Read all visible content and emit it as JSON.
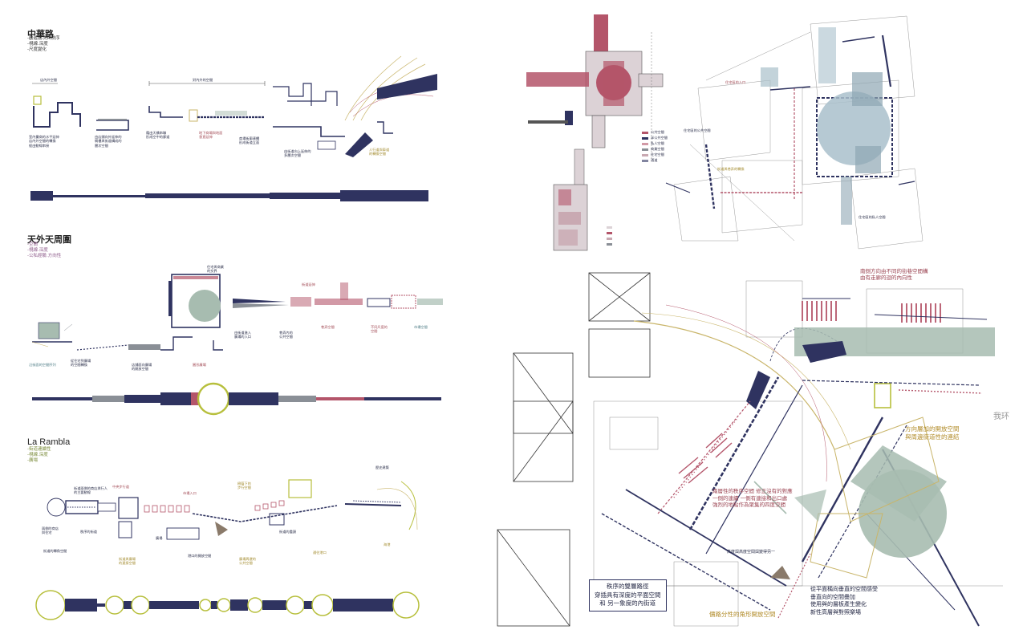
{
  "sections": [
    {
      "title": "中華路",
      "subtitle": "-勸遊層次與秩序\n-視線.深度\n-尺度變化",
      "notes": [
        {
          "text": "店內外空間",
          "cls": ""
        },
        {
          "text": "對內外的空間",
          "cls": ""
        },
        {
          "text": "室內攤商的水平延伸\n店內外空間的轉換\n經由動線串接",
          "cls": ""
        },
        {
          "text": "由店鋪向外延伸的\n騎樓與街道構成的\n層次空間",
          "cls": ""
        },
        {
          "text": "藉由天橋串聯\n形成空中的廊道",
          "cls": ""
        },
        {
          "text": "地下商場與地面\n垂直延伸",
          "cls": ""
        },
        {
          "text": "商場街廓連續\n形成街道立面",
          "cls": ""
        },
        {
          "text": "由街道向上延伸的\n多層次空間",
          "cls": ""
        },
        {
          "text": "人行道與車道\n的轉換空間",
          "cls": "gold"
        }
      ]
    },
    {
      "title": "天外天周圍",
      "subtitle": "-空間\n-視線.深度\n-公私經驗.方向性",
      "notes": [
        {
          "text": "沿街面的空間序列",
          "cls": "teal"
        },
        {
          "text": "從住宅到廣場\n的空間轉換",
          "cls": ""
        },
        {
          "text": "店鋪面向廣場\n的開放空間",
          "cls": ""
        },
        {
          "text": "圓形廣場",
          "cls": "red"
        },
        {
          "text": "由街道進入\n廣場的入口",
          "cls": ""
        },
        {
          "text": "住宅與商業\n的交界",
          "cls": ""
        },
        {
          "text": "巷弄內的\n公共空間",
          "cls": ""
        },
        {
          "text": "巷弄空間",
          "cls": "red"
        },
        {
          "text": "不同尺度的\n空間",
          "cls": "red"
        },
        {
          "text": "街道延伸",
          "cls": "red"
        },
        {
          "text": "市場空間",
          "cls": "teal"
        }
      ]
    },
    {
      "title": "La Rambla",
      "subtitle": "-街道連續性\n-視線.深度\n-廣場",
      "notes": [
        {
          "text": "街道兩側的商店與行人\n的主要動線",
          "cls": ""
        },
        {
          "text": "中央步行道",
          "cls": "red"
        },
        {
          "text": "兩側的商店\n與住宅",
          "cls": ""
        },
        {
          "text": "秩序的街道",
          "cls": ""
        },
        {
          "text": "街道的轉角空間",
          "cls": ""
        },
        {
          "text": "廣場",
          "cls": ""
        },
        {
          "text": "市場入口",
          "cls": "red"
        },
        {
          "text": "街道與廣場\n的連接空間",
          "cls": "gold"
        },
        {
          "text": "港口的開放空間",
          "cls": ""
        },
        {
          "text": "樹蔭下的\n步行空間",
          "cls": "gold"
        },
        {
          "text": "廣場周邊的\n公共空間",
          "cls": "gold"
        },
        {
          "text": "街道的盡頭",
          "cls": ""
        },
        {
          "text": "通往港口",
          "cls": "gold"
        },
        {
          "text": "歷史建築",
          "cls": ""
        },
        {
          "text": "海港",
          "cls": "gold"
        }
      ]
    }
  ],
  "plan": {
    "legend": [
      "公共空間",
      "半公共空間",
      "私人空間",
      "商業空間",
      "住宅空間",
      "通道"
    ],
    "notes_left": [
      "住宅區的入口",
      "住宅區的公共空間",
      "街道與巷弄的轉換",
      "住宅區的私人空間"
    ]
  },
  "main_plan": {
    "top_right_red": "南側方向由不同的街巷空間構\n由有走廊的迴的內向性",
    "right_gold": "方向層加的開放空間\n與周邊街道性的連結",
    "center_red": "兩層性的秩序空間 修正沒有的對應\n一側的連續 一側有連接和出口處\n強烈的地點作為聚集的四度空間",
    "center_note": "高度與高度空間與變得另一",
    "box_text": "秩序的雙層路徑\n穿插具有深度的平面空間\n和 另一象度的內街道",
    "bottom_gold": "價路分性的角形開放空間",
    "bottom_right": "從平面稱向垂直的空間感受\n垂直向的空間疊加\n使用與的層板產生變化\n新性高層與對照樂場",
    "right_edge_text": "我环"
  },
  "colors": {
    "navy": "#2f3360",
    "sage": "#a7bcb0",
    "rose": "#b4556a",
    "gold": "#c9b56a",
    "lime": "#b7bf3c",
    "olive": "#8fa14b",
    "grey": "#8a8f96"
  }
}
